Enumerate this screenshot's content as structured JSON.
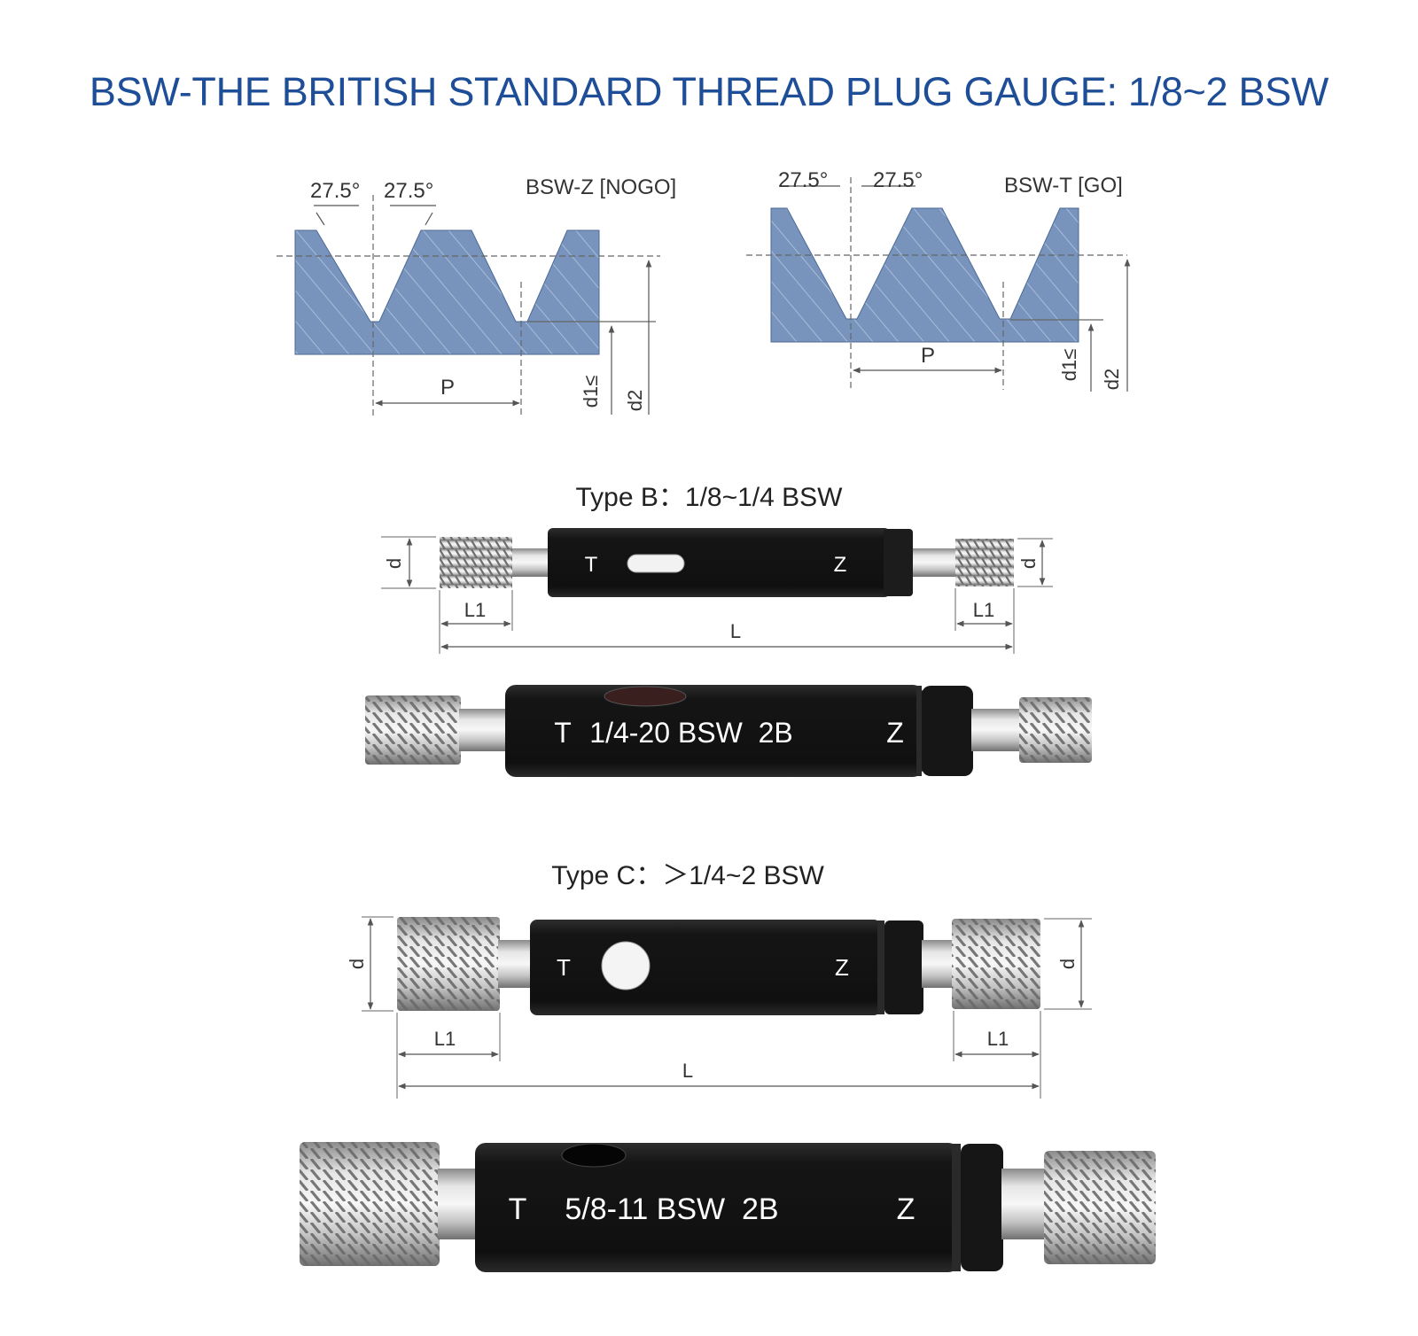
{
  "title": "BSW-THE BRITISH STANDARD THREAD PLUG GAUGE: 1/8~2 BSW",
  "colors": {
    "title": "#1f4e99",
    "profile_fill": "#7894bd",
    "gauge_body": "#141414",
    "thread_metal": "#b4b4b4",
    "dimension_line": "#555555"
  },
  "thread_profiles": [
    {
      "id": "nogo",
      "label": "BSW-Z [NOGO]",
      "angle_left": "27.5°",
      "angle_right": "27.5°",
      "pitch_label": "P",
      "d1_label": "d1≤",
      "d2_label": "d2"
    },
    {
      "id": "go",
      "label": "BSW-T [GO]",
      "angle_left": "27.5°",
      "angle_right": "27.5°",
      "pitch_label": "P",
      "d1_label": "d1≤",
      "d2_label": "d2"
    }
  ],
  "gauge_types": [
    {
      "id": "type-b",
      "heading": "Type B：1/8~1/4 BSW",
      "drawing": {
        "go_mark": "T",
        "nogo_mark": "Z",
        "d_label": "d",
        "l1_label": "L1",
        "l_label": "L"
      },
      "photo": {
        "go_mark": "T",
        "marking": "1/4-20 BSW  2B",
        "nogo_mark": "Z"
      }
    },
    {
      "id": "type-c",
      "heading": "Type C：＞1/4~2 BSW",
      "drawing": {
        "go_mark": "T",
        "nogo_mark": "Z",
        "d_label": "d",
        "l1_label": "L1",
        "l_label": "L"
      },
      "photo": {
        "go_mark": "T",
        "marking": "5/8-11 BSW  2B",
        "nogo_mark": "Z"
      }
    }
  ]
}
